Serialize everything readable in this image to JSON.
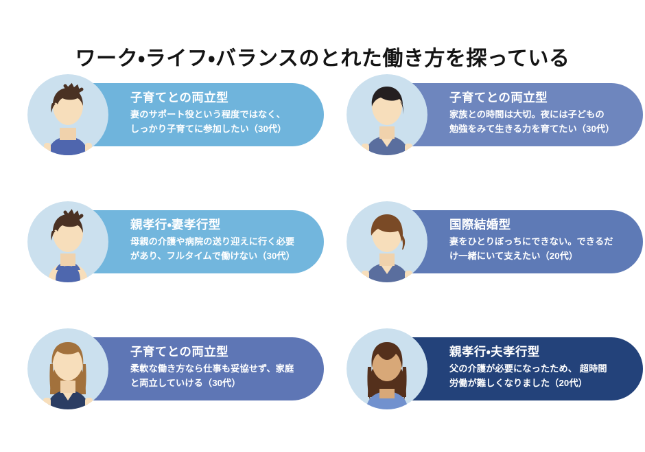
{
  "page": {
    "title": "ワーク・ライフ・バランスのとれた働き方を探っている",
    "background": "#ffffff"
  },
  "palette": {
    "sky_blue": "#6FB4DC",
    "sky_blue_2": "#72B6DD",
    "slate_blue": "#6E86BE",
    "slate_blue_2": "#5E7AB6",
    "slate_blue_3": "#5E76B5",
    "navy": "#23427A",
    "avatar_circle_light": "#CBE0EE",
    "avatar_circle_light2": "#C9DFEE",
    "skin": "#F7DEBB",
    "skin_dark": "#D8A878",
    "hair_brown_dark": "#4A3123",
    "hair_brown": "#7A4A26",
    "hair_black": "#241F20",
    "hair_light_brown": "#A2713C",
    "hair_dark_brown": "#54301C",
    "shirt_blue": "#4F66AE",
    "shirt_slate": "#5A6E9E",
    "shirt_tank": "#4E67AE",
    "shirt_navy": "#2B3D63",
    "shirt_periwinkle": "#7191CE"
  },
  "cards": [
    {
      "id": "card-1",
      "position": "row1-left",
      "pill_color": "#6FB4DC",
      "title": "子育てとの両立型",
      "body_lines": [
        "妻のサポート役という程度ではなく、",
        "しっかり子育てに参加したい（30代）"
      ],
      "age": "30代",
      "avatar": {
        "name": "avatar-male-short-brown-hair",
        "circle": "#CBE0EE",
        "hair": "#4A3123",
        "skin": "#F7DEBB",
        "shirt": "#4F66AE",
        "style": "spiky"
      }
    },
    {
      "id": "card-2",
      "position": "row1-right",
      "pill_color": "#6E86BE",
      "title": "子育てとの両立型",
      "body_lines": [
        "家族との時間は大切。夜には子どもの",
        "勉強をみて生きる力を育てたい（30代）"
      ],
      "age": "30代",
      "avatar": {
        "name": "avatar-male-black-hair",
        "circle": "#CBE0EE",
        "hair": "#241F20",
        "skin": "#F7DEBB",
        "shirt": "#5A6E9E",
        "style": "sidepart"
      }
    },
    {
      "id": "card-3",
      "position": "row2-left",
      "pill_color": "#72B6DD",
      "title": "親孝行・妻孝行型",
      "body_lines": [
        "母親の介護や病院の送り迎えに行く必要",
        "があり、フルタイムで働けない（30代）"
      ],
      "age": "30代",
      "avatar": {
        "name": "avatar-male-tanktop",
        "circle": "#CBE0EE",
        "hair": "#4A3123",
        "skin": "#F7DEBB",
        "shirt": "#4E67AE",
        "style": "spiky-tank"
      }
    },
    {
      "id": "card-4",
      "position": "row2-right",
      "pill_color": "#5E7AB6",
      "title": "国際結婚型",
      "body_lines": [
        "妻をひとりぼっちにできない。できるだ",
        "け一緒にいて支えたい（20代）"
      ],
      "age": "20代",
      "avatar": {
        "name": "avatar-male-brown-swept-hair",
        "circle": "#CBE0EE",
        "hair": "#7A4A26",
        "skin": "#F7DEBB",
        "shirt": "#5A6E9E",
        "style": "swept"
      }
    },
    {
      "id": "card-5",
      "position": "row3-left",
      "pill_color": "#5E76B5",
      "title": "子育てとの両立型",
      "body_lines": [
        "柔軟な働き方なら仕事も妥協せず、家庭",
        "と両立していける（30代）"
      ],
      "age": "30代",
      "avatar": {
        "name": "avatar-female-long-light-hair",
        "circle": "#CBE0EE",
        "hair": "#A2713C",
        "skin": "#F7DEBB",
        "shirt": "#2B3D63",
        "style": "long-hair"
      }
    },
    {
      "id": "card-6",
      "position": "row3-right",
      "pill_color": "#23427A",
      "title": "親孝行・夫孝行型",
      "body_lines": [
        "父の介護が必要になったため、 超時間",
        "労働が難しくなりました（20代）"
      ],
      "age": "20代",
      "avatar": {
        "name": "avatar-female-long-dark-hair",
        "circle": "#CBE0EE",
        "hair": "#54301C",
        "skin": "#D8A878",
        "shirt": "#7191CE",
        "style": "long-hair-center"
      }
    }
  ]
}
